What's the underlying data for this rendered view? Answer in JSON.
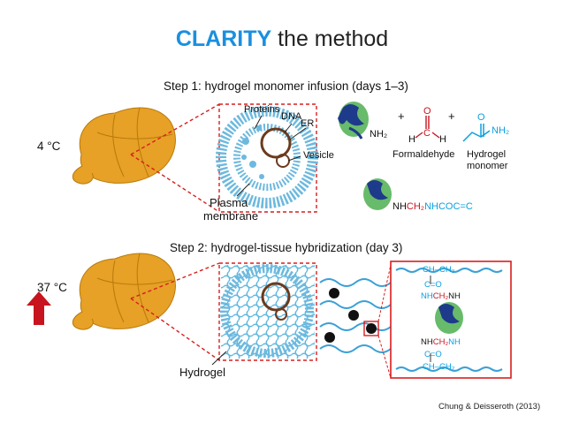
{
  "title": {
    "highlight": "CLARITY",
    "rest": "the method"
  },
  "step1": {
    "heading": "Step 1: hydrogel monomer infusion (days 1–3)",
    "temperature": "4 °C",
    "labels": {
      "proteins": "Proteins",
      "dna": "DNA",
      "er": "ER",
      "vesicle": "Vesicle",
      "plasma_membrane_line1": "Plasma",
      "plasma_membrane_line2": "membrane"
    },
    "chemistry": {
      "nh2": "NH₂",
      "plus1": "+",
      "plus2": "+",
      "formaldehyde_O": "O",
      "formaldehyde_H1": "H",
      "formaldehyde_C": "C",
      "formaldehyde_H2": "H",
      "formaldehyde": "Formaldehyde",
      "hydrogel_monomer_line1": "Hydrogel",
      "hydrogel_monomer_line2": "monomer",
      "monomer_O": "O",
      "monomer_NH2": "NH₂",
      "product_nh": "NH",
      "product_ch2": "CH₂",
      "product_tail": "NHCOC=C"
    }
  },
  "step2": {
    "heading": "Step 2: hydrogel-tissue hybridization (day 3)",
    "temperature": "37 °C",
    "hydrogel_label": "Hydrogel",
    "inset": {
      "top_chain": "CH–CH₂",
      "c_o_top": "C=O",
      "nh_top": "NH",
      "ch2_top": "CH₂",
      "nh_top2": "NH",
      "nh_bottom": "NH",
      "ch2_bottom": "CH₂",
      "nh_bottom2": "NH",
      "c_o_bottom": "C=O",
      "bottom_chain": "CH–CH₂"
    }
  },
  "credit": "Chung & Deisseroth (2013)",
  "colors": {
    "title_accent": "#1a8fe0",
    "brain": "#e6a126",
    "dashed": "#d81e1e",
    "hydrogel": "#5fb8e0",
    "arrow": "#c8141e"
  }
}
